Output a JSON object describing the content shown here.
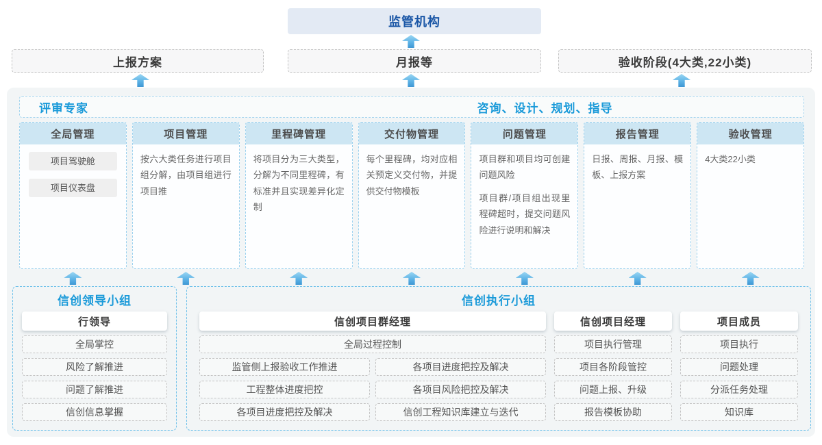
{
  "colors": {
    "accent_blue": "#1a9ad9",
    "deep_blue": "#1b57a6",
    "column_header_bg": "#cde6f3",
    "container_bg": "#f2f5f6",
    "arrow_blue": "#3f97d4"
  },
  "top": {
    "regulator": "监管机构",
    "report_plan": "上报方案",
    "monthly_report": "月报等",
    "acceptance_stage": "验收阶段(4大类,22小类)"
  },
  "strip": {
    "left": "评审专家",
    "right": "咨询、设计、规划、指导"
  },
  "columns": [
    {
      "header": "全局管理",
      "chips": [
        "项目驾驶舱",
        "项目仪表盘"
      ]
    },
    {
      "header": "项目管理",
      "text": "按六大类任务进行项目组分解，由项目组进行项目推"
    },
    {
      "header": "里程碑管理",
      "text": "将项目分为三大类型，分解为不同里程碑，有标准并且实现差异化定制"
    },
    {
      "header": "交付物管理",
      "text": "每个里程碑，均对应相关预定义交付物，并提供交付物模板"
    },
    {
      "header": "问题管理",
      "paragraphs": [
        "项目群和项目均可创建问题风险",
        "项目群/项目组出现里程碑超时，提交问题风险进行说明和解决"
      ]
    },
    {
      "header": "报告管理",
      "text": "日报、周报、月报、模板、上报方案"
    },
    {
      "header": "验收管理",
      "text": "4大类22小类"
    }
  ],
  "leader_group": {
    "title": "信创领导小组",
    "role": "行领导",
    "items": [
      "全局掌控",
      "风险了解推进",
      "问题了解推进",
      "信创信息掌握"
    ]
  },
  "exec_group": {
    "title": "信创执行小组",
    "program_manager": {
      "role": "信创项目群经理",
      "full_item": "全局过程控制",
      "left_items": [
        "监管侧上报验收工作推进",
        "工程整体进度把控",
        "各项目进度把控及解决"
      ],
      "right_items": [
        "各项目进度把控及解决",
        "各项目风险把控及解决",
        "信创工程知识库建立与迭代"
      ]
    },
    "project_manager": {
      "role": "信创项目经理",
      "items": [
        "项目执行管理",
        "项目各阶段管控",
        "问题上报、升级",
        "报告模板协助"
      ]
    },
    "project_member": {
      "role": "项目成员",
      "items": [
        "项目执行",
        "问题处理",
        "分派任务处理",
        "知识库"
      ]
    }
  }
}
